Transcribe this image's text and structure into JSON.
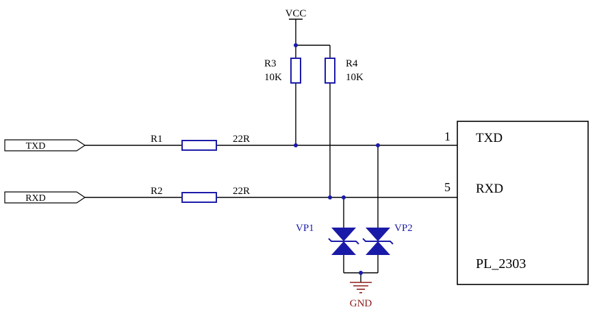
{
  "power": {
    "label": "VCC"
  },
  "ground": {
    "label": "GND"
  },
  "ports": [
    {
      "label": "TXD"
    },
    {
      "label": "RXD"
    }
  ],
  "resistors": [
    {
      "ref": "R1",
      "value": "22R"
    },
    {
      "ref": "R2",
      "value": "22R"
    },
    {
      "ref": "R3",
      "value": "10K"
    },
    {
      "ref": "R4",
      "value": "10K"
    }
  ],
  "tvs": [
    {
      "ref": "VP1"
    },
    {
      "ref": "VP2"
    }
  ],
  "ic": {
    "name": "PL_2303",
    "pins": [
      {
        "number": "1",
        "name": "TXD"
      },
      {
        "number": "5",
        "name": "RXD"
      }
    ]
  },
  "colors": {
    "wire": "#000000",
    "component": "#1a1aa8",
    "junction": "#1a1aa8",
    "ground": "#8b1a1a",
    "label": "#000000",
    "tvs_label": "#1a1aa8"
  }
}
